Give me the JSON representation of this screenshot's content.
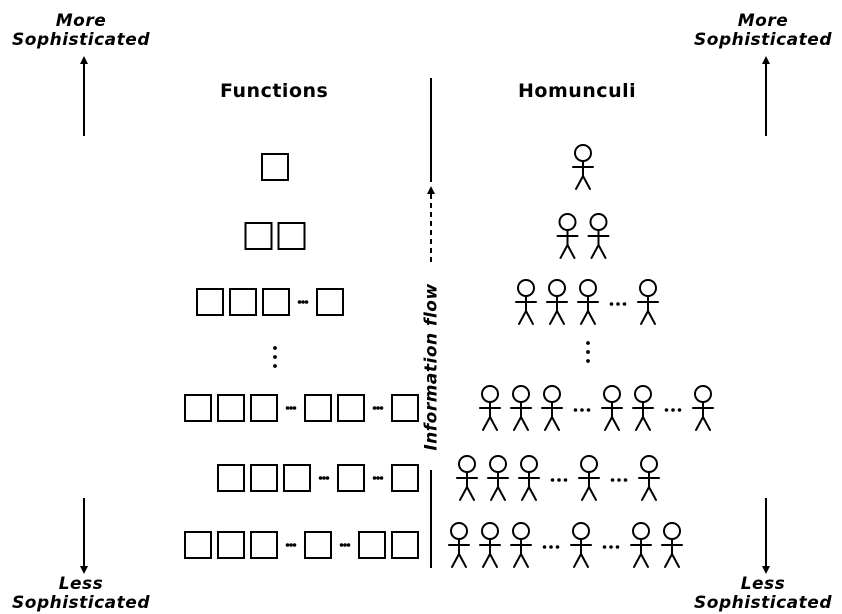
{
  "top_left_label": {
    "line1": "More",
    "line2": "Sophisticated"
  },
  "top_right_label": {
    "line1": "More",
    "line2": "Sophisticated"
  },
  "bottom_left_label": {
    "line1": "Less",
    "line2": "Sophisticated"
  },
  "bottom_right_label": {
    "line1": "Less",
    "line2": "Sophisticated"
  },
  "functions_title": "Functions",
  "homunculi_title": "Homunculi",
  "information_flow_label": "Information flow",
  "function_rows": [
    [
      1
    ],
    [
      1,
      1
    ],
    [
      1,
      1,
      1,
      "dots",
      1
    ],
    [
      "vdots"
    ],
    [
      1,
      1,
      1,
      "dots",
      1,
      1,
      "dots",
      1
    ],
    [
      1,
      1,
      1,
      "dots",
      1,
      "dots",
      1
    ],
    [
      1,
      1,
      1,
      "dots",
      1,
      "dots",
      1,
      1
    ]
  ],
  "homunculus_rows": [
    [
      1
    ],
    [
      1,
      1
    ],
    [
      1,
      1,
      1,
      "dots",
      1
    ],
    [
      "vdots"
    ],
    [
      1,
      1,
      1,
      "dots",
      1,
      1,
      "dots",
      1
    ],
    [
      1,
      1,
      1,
      "dots",
      1,
      "dots",
      1
    ],
    [
      1,
      1,
      1,
      "dots",
      1,
      "dots",
      1,
      1
    ]
  ]
}
